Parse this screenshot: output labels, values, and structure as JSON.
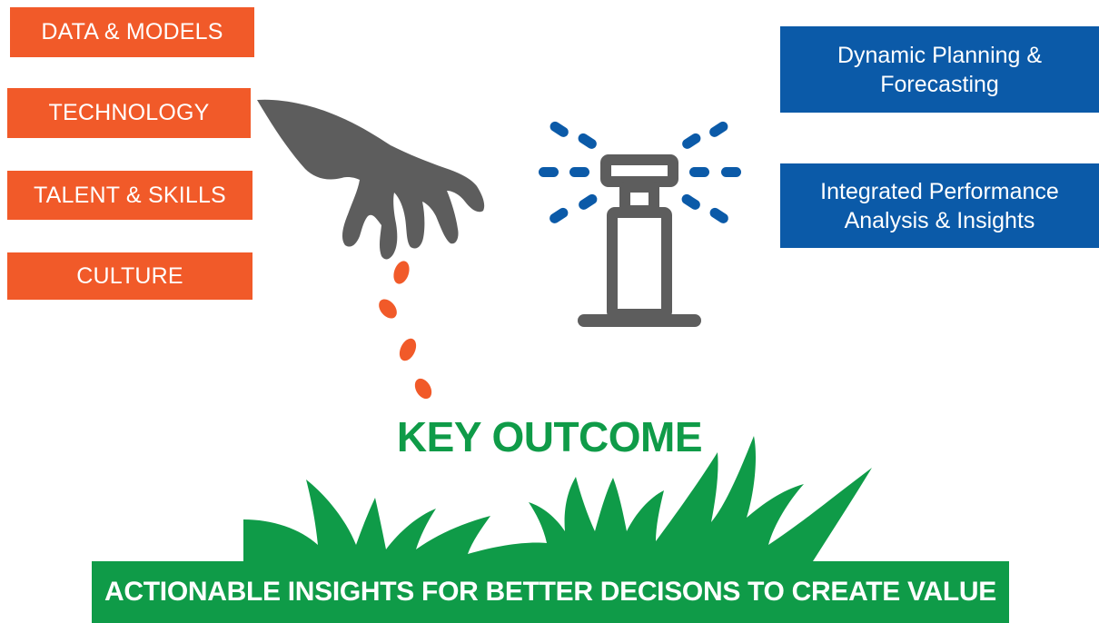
{
  "left_boxes": [
    {
      "label": "DATA & MODELS"
    },
    {
      "label": "TECHNOLOGY"
    },
    {
      "label": "TALENT & SKILLS"
    },
    {
      "label": "CULTURE"
    }
  ],
  "right_boxes": [
    {
      "line1": "Dynamic Planning &",
      "line2": "Forecasting"
    },
    {
      "line1": "Integrated Performance",
      "line2": "Analysis & Insights"
    }
  ],
  "key_outcome": "KEY OUTCOME",
  "bottom_banner": "ACTIONABLE INSIGHTS FOR BETTER DECISONS TO CREATE VALUE",
  "colors": {
    "orange": "#f15a29",
    "blue": "#0b5aa8",
    "green": "#0f9b48",
    "gray": "#5d5d5d"
  },
  "icons": [
    "hand-icon",
    "seed-icon",
    "sprinkler-icon",
    "water-spray-icon",
    "grass-icon"
  ]
}
